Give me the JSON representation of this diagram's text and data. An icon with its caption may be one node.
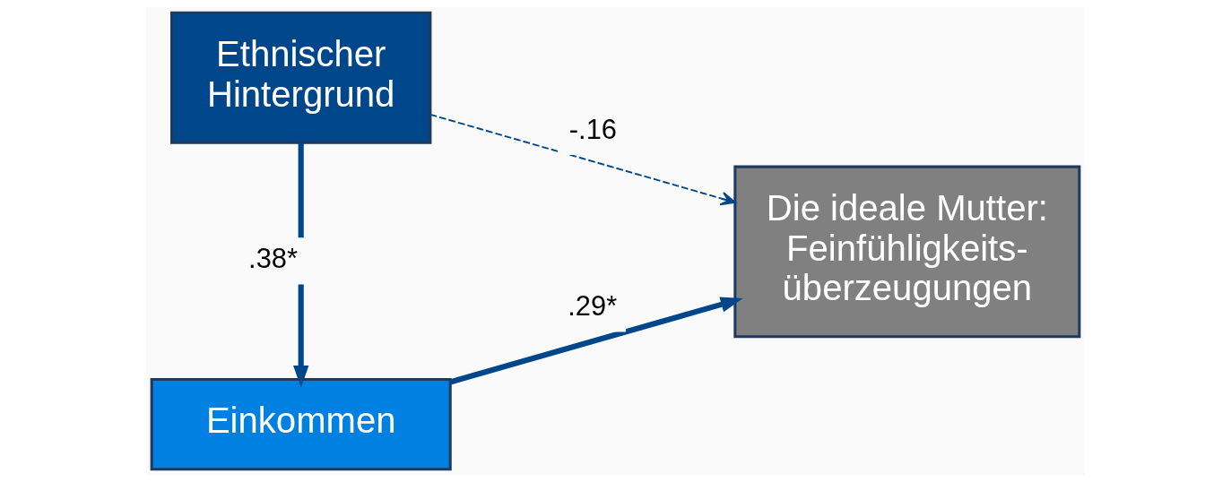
{
  "diagram": {
    "nodes": [
      {
        "text": [
          "Ethnischer Hintergrund"
        ]
      },
      {
        "text": [
          "Einkommen"
        ]
      },
      {
        "text": [
          "Die ideale Mutter: Feinfühligkeits- überzeugungen"
        ]
      }
    ],
    "edges": [
      {
        "from": 0,
        "to": 2,
        "arrow": "to",
        "label": "-.16",
        "style": "dashed"
      },
      {
        "from": 0,
        "to": 1,
        "arrow": "to",
        "label": ".38*"
      },
      {
        "from": 1,
        "to": 2,
        "arrow": "to",
        "label": ".29*"
      }
    ]
  }
}
